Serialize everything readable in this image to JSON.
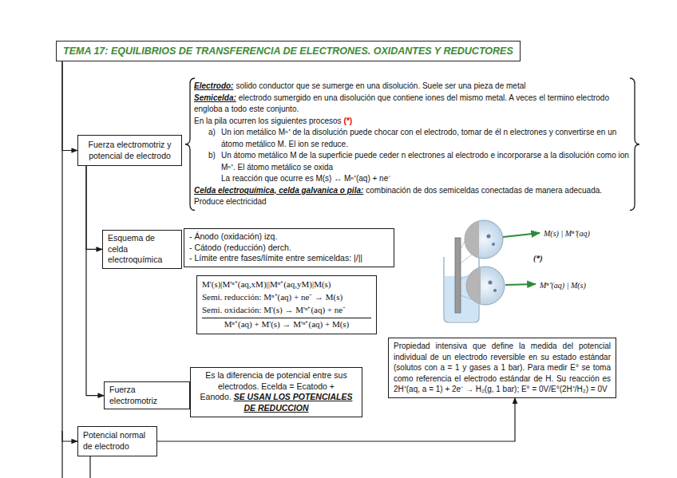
{
  "diagram": {
    "title": "TEMA 17: EQUILIBRIOS DE TRANSFERENCIA DE ELECTRONES. OXIDANTES Y REDUCTORES",
    "nodes": [
      {
        "text": [
          "TEMA 17: EQUILIBRIOS DE TRANSFERENCIA DE ELECTRONES. OXIDANTES Y REDUCTORES"
        ]
      },
      {
        "text": [
          "Fuerza electromotriz y potencial de electrodo"
        ]
      },
      {
        "text": [
          "Esquema de celda electroquímica"
        ]
      },
      {
        "text": [
          "- Ánodo (oxidación) izq.",
          "- Cátodo (reducción) derch.",
          "- Límite entre fases/límite entre semiceldas: |/||"
        ]
      },
      {
        "text": [
          "M'(s)|M'ⁿ⁺(aq,xM)||Mⁿ⁺(aq,yM)|M(s)",
          "Semi. reducción: Mⁿ⁺(aq) + ne⁻ → M(s)",
          "Semi. oxidación: M'(s) → M'ⁿ⁺(aq) + ne⁻",
          "Mⁿ⁺(aq) + M'(s) → M'ⁿ⁺(aq) + M(s)"
        ]
      },
      {
        "text": [
          "Fuerza electromotriz"
        ]
      },
      {
        "text": [
          "Es la diferencia de potencial entre sus electrodos. Ecelda = Ecatodo + Eanodo.",
          "SE USAN LOS POTENCIALES DE REDUCCION"
        ]
      },
      {
        "text": [
          "Potencial normal de electrodo"
        ]
      },
      {
        "text": [
          "Propiedad intensiva que define la medida del potencial individual de un electrodo reversible en su estado estándar (solutos con a = 1 y gases a 1 bar). Para medir E° se toma como referencia el electrodo estándar de H. Su reacción es 2H⁺(aq, a = 1) + 2e⁻ → H₂(g, 1 bar); E° = 0V/E°(2H⁺/H₂) = 0V"
        ]
      }
    ],
    "edges": [
      {
        "from": 0,
        "to": 1,
        "arrow": "to"
      },
      {
        "from": 1,
        "to": 2,
        "arrow": "to"
      },
      {
        "from": 1,
        "to": 5,
        "arrow": "to"
      },
      {
        "from": 0,
        "to": 7,
        "arrow": "to"
      },
      {
        "from": 7,
        "to": 8,
        "arrow": "to"
      }
    ],
    "labels": [
      "Electrodo:",
      "solido conductor que se sumerge en una disolución. Suele ser una pieza de metal",
      "Semicelda:",
      "electrodo sumergido en una disolución que contiene iones del mismo metal. A veces el termino electrodo engloba a todo este conjunto.",
      "En la pila ocurren los siguientes procesos",
      "(*)",
      "a)",
      "Un ion metálico Mⁿ⁺ de la disolución puede chocar con el electrodo, tomar de él n electrones y convertirse en un átomo metálico M. El ion se reduce.",
      "b)",
      "Un átomo metálico M de la superficie puede ceder n electrones al electrodo e incorporarse a la disolución como ion Mⁿ⁺. El átomo metálico se oxida",
      "La reacción que ocurre es M(s) ↔ Mⁿ⁺(aq) + ne⁻",
      "Celda electroquímica, celda galvanica o pila:",
      "combinación de dos semiceldas conectadas de manera adecuada. Produce electricidad",
      "M(s) | Mⁿ⁺(aq)",
      "(*)",
      "Mⁿ⁺(aq) | M(s)"
    ]
  }
}
